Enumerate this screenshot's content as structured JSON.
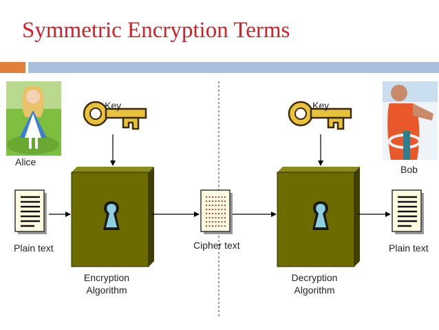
{
  "title": "Symmetric Encryption Terms",
  "labels": {
    "key_left": "Key",
    "key_right": "Key",
    "alice": "Alice",
    "bob": "Bob",
    "plain_left": "Plain text",
    "cipher": "Cipher text",
    "plain_right": "Plain text",
    "encryption_line1": "Encryption",
    "encryption_line2": "Algorithm",
    "decryption_line1": "Decryption",
    "decryption_line2": "Algorithm"
  },
  "icons": {
    "key": "key-icon",
    "lock": "keyhole-icon",
    "document": "document-icon"
  },
  "colors": {
    "title": "#d0202a",
    "accent_orange": "#e0803a",
    "accent_blue": "#a9c0dc",
    "algorithm_box": "#6b6b00",
    "key_gold": "#e8c23a",
    "document_fill": "#fffbe0",
    "cipher_dots": "#b03030"
  }
}
